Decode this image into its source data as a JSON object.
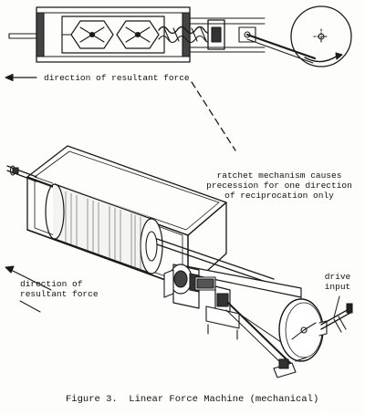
{
  "labels": {
    "top_direction": "direction of resultant force",
    "ratchet_line1": "ratchet mechanism causes",
    "ratchet_line2": "precession for one direction",
    "ratchet_line3": "of reciprocation only",
    "bottom_direction_line1": "direction of",
    "bottom_direction_line2": "resultant force",
    "drive_line1": "drive",
    "drive_line2": "input"
  },
  "caption": "Figure 3.  Linear Force Machine (mechanical)"
}
